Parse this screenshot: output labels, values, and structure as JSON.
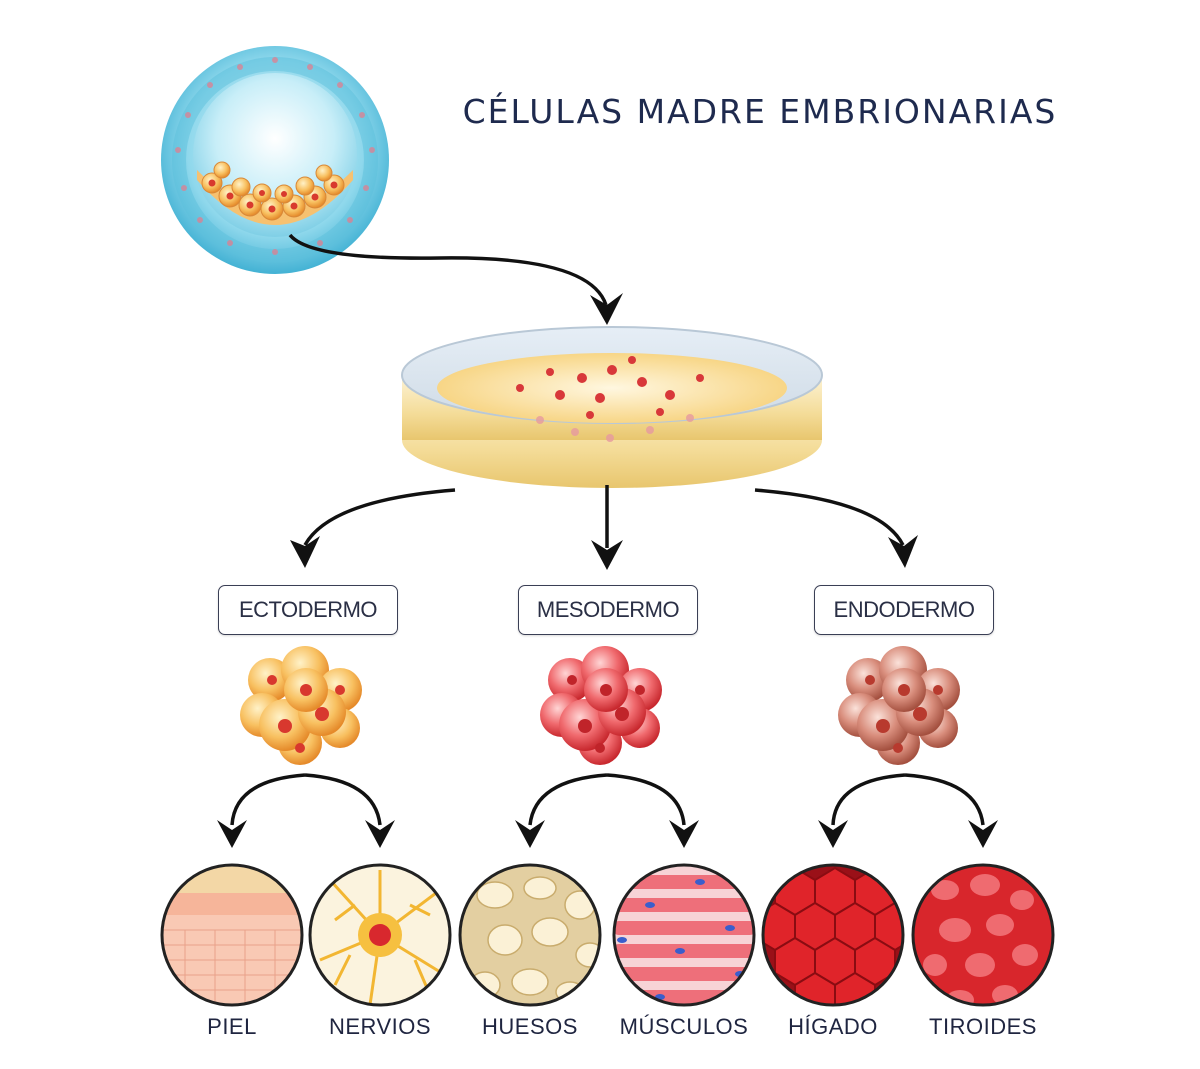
{
  "title": "CÉLULAS MADRE EMBRIONARIAS",
  "germ_layers": [
    {
      "label": "ECTODERMO",
      "color": "#f4a640",
      "tissues": [
        {
          "label": "PIEL",
          "icon": "skin-icon"
        },
        {
          "label": "NERVIOS",
          "icon": "neuron-icon"
        }
      ]
    },
    {
      "label": "MESODERMO",
      "color": "#e8454a",
      "tissues": [
        {
          "label": "HUESOS",
          "icon": "bone-icon"
        },
        {
          "label": "MÚSCULOS",
          "icon": "muscle-icon"
        }
      ]
    },
    {
      "label": "ENDODERMO",
      "color": "#c9705e",
      "tissues": [
        {
          "label": "HÍGADO",
          "icon": "liver-icon"
        },
        {
          "label": "TIROIDES",
          "icon": "thyroid-icon"
        }
      ]
    }
  ],
  "icons": {
    "blastocyst": "blastocyst-icon",
    "petri_dish": "petri-dish-icon"
  },
  "colors": {
    "title": "#1e2a4e",
    "arrow": "#111111",
    "blastocyst": "#6cc8e0",
    "dish_medium": "#f5d27a"
  }
}
